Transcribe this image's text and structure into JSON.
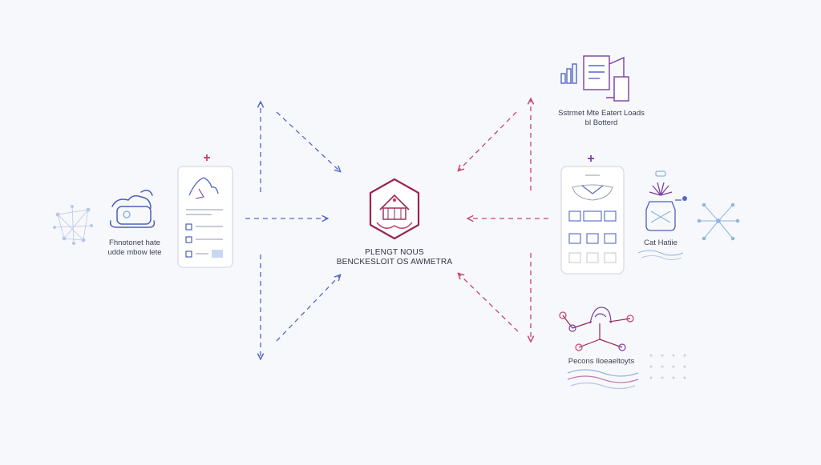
{
  "colors": {
    "blue": "#5468c4",
    "pink": "#c8436a",
    "purple": "#7b3fa4",
    "magenta": "#9a2452",
    "light_blue": "#8fb5e0",
    "gray": "#c9ccd6"
  },
  "center": {
    "icon": "shield-hub-icon",
    "line1": "PLENGT NOUS",
    "line2": "BENCKESLOIT OS AWMETRA"
  },
  "left": {
    "label_line1": "Fhnotonet hate",
    "label_line2": "udde mbow lete"
  },
  "right_top": {
    "label_line1": "Sstrmet Mte Eatert Loads",
    "label_line2": "bl Botterd"
  },
  "right_mid": {
    "label": "Cat Hatiie"
  },
  "right_bottom": {
    "label": "Pecons Iloeaeltoyts"
  }
}
